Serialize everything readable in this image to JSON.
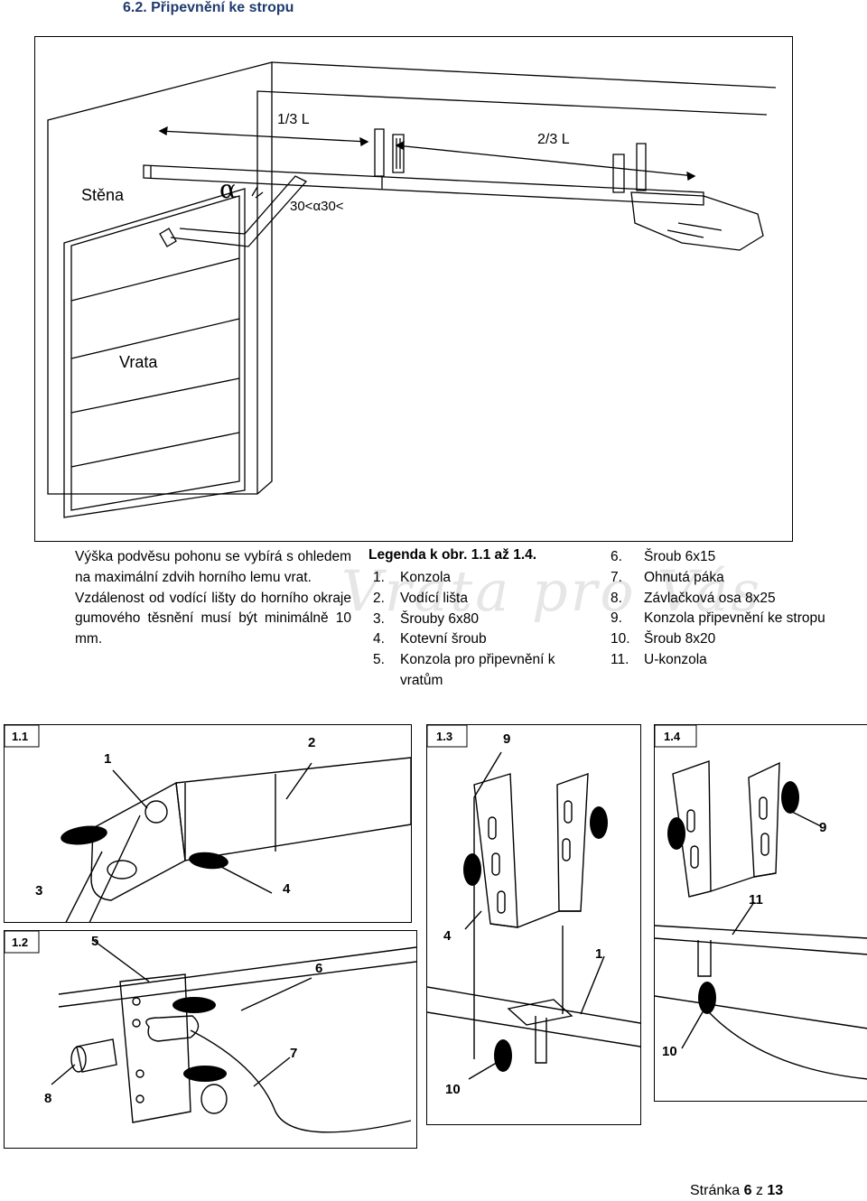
{
  "section_title": "6.2. Připevnění ke stropu",
  "main_figure": {
    "wall_label": "Stěna",
    "door_label": "Vrata",
    "one_third": "1/3 L",
    "two_thirds": "2/3 L",
    "alpha": "α",
    "angle_range": "30<α30<"
  },
  "note": {
    "para1": "Výška podvěsu pohonu se vybírá s ohledem na maximální zdvih horního lemu vrat.",
    "para2": "Vzdálenost od vodící lišty do horního okraje gumového těsnění musí být minimálně 10 mm."
  },
  "legend": {
    "title": "Legenda k obr. 1.1 až 1.4.",
    "items_left": [
      {
        "num": "1.",
        "text": "Konzola"
      },
      {
        "num": "2.",
        "text": "Vodící lišta"
      },
      {
        "num": "3.",
        "text": "Šrouby 6x80"
      },
      {
        "num": "4.",
        "text": "Kotevní šroub"
      },
      {
        "num": "5.",
        "text": "Konzola pro připevnění k vratům"
      }
    ],
    "items_right": [
      {
        "num": "6.",
        "text": "Šroub 6x15"
      },
      {
        "num": "7.",
        "text": "Ohnutá páka"
      },
      {
        "num": "8.",
        "text": "Závlačková osa 8x25"
      },
      {
        "num": "9.",
        "text": "Konzola připevnění ke stropu"
      },
      {
        "num": "10.",
        "text": "Šroub 8x20"
      },
      {
        "num": "11.",
        "text": "U-konzola"
      }
    ]
  },
  "watermark": "Vrata pro Vás",
  "panels": {
    "p11": {
      "label": "1.1",
      "c1": "1",
      "c2": "2",
      "c3": "3",
      "c4": "4"
    },
    "p12": {
      "label": "1.2",
      "c5": "5",
      "c6": "6",
      "c7": "7",
      "c8": "8"
    },
    "p13": {
      "label": "1.3",
      "c9": "9",
      "c4": "4",
      "c1": "1",
      "c10": "10"
    },
    "p14": {
      "label": "1.4",
      "c9": "9",
      "c11": "11",
      "c10": "10"
    }
  },
  "footer": {
    "prefix": "Stránka",
    "page": "6",
    "of": "z",
    "total": "13"
  }
}
